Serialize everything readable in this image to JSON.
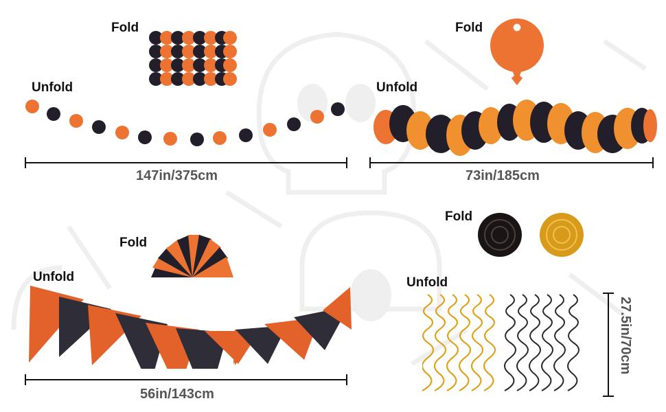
{
  "colors": {
    "orange": "#ed7332",
    "black": "#231f2a",
    "gold": "#e0a21c",
    "bone": "#efefef",
    "dim_text": "#555555",
    "label_text": "#111111"
  },
  "panels": [
    {
      "name": "circle-garland",
      "fold_label": "Fold",
      "unfold_label": "Unfold",
      "dimension": "147in/375cm"
    },
    {
      "name": "honeycomb-ball-garland",
      "fold_label": "Fold",
      "unfold_label": "Unfold",
      "dimension": "73in/185cm"
    },
    {
      "name": "pennant-banner",
      "fold_label": "Fold",
      "unfold_label": "Unfold",
      "dimension": "56in/143cm"
    },
    {
      "name": "hanging-swirls",
      "fold_label": "Fold",
      "unfold_label": "Unfold",
      "dimension": "27.5in/70cm"
    }
  ]
}
